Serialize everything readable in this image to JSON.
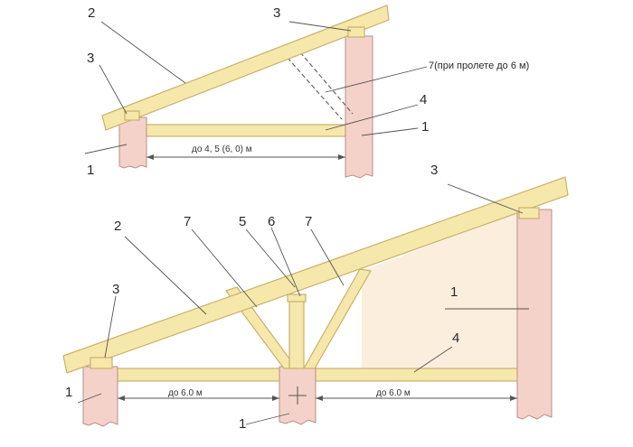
{
  "colors": {
    "wood": "#f6e7ab",
    "wood_stroke": "#c9b26a",
    "post": "#f4d2c9",
    "post_stroke": "#b98f86",
    "wall_fill": "#fbeedd",
    "line": "#555555"
  },
  "top_diagram": {
    "label_rafter": "2",
    "label_mauerlat_right": "3",
    "label_mauerlat_left": "3",
    "label_strut_note": "7(при пролете до 6 м)",
    "label_tie": "4",
    "label_post_right": "1",
    "label_post_left": "1",
    "span": "до 4, 5 (6, 0) м"
  },
  "bottom_diagram": {
    "label_mauerlat_right": "3",
    "label_rafter": "2",
    "label_strut_left": "7",
    "label_brace": "5",
    "label_rack": "6",
    "label_strut_right": "7",
    "label_mauerlat_left": "3",
    "label_wall": "1",
    "label_tie": "4",
    "label_post_left": "1",
    "label_post_middle": "1",
    "span_left": "до 6.0 м",
    "span_right": "до 6.0 м"
  }
}
